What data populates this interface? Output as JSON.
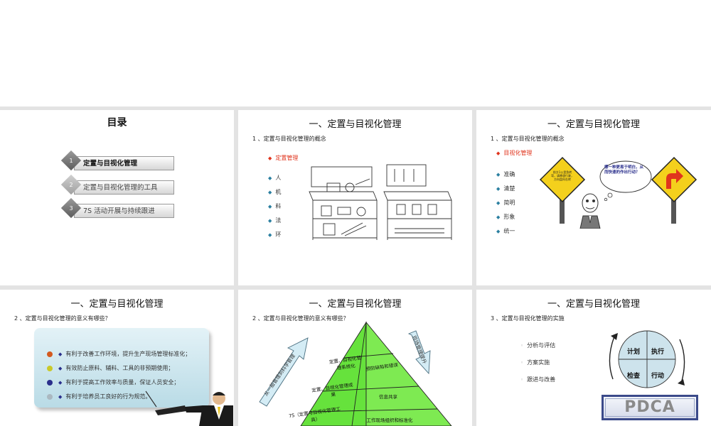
{
  "slides": {
    "toc": {
      "title": "目录",
      "items": [
        {
          "num": "1",
          "label": "定置与目视化管理"
        },
        {
          "num": "2",
          "label": "定置与目视化管理的工具"
        },
        {
          "num": "3",
          "label": "7S 活动开展与持续跟进"
        }
      ]
    },
    "concept1": {
      "title": "一、定置与目视化管理",
      "subtitle": "1 、定置与目视化管理的概念",
      "heading": "定置管理",
      "items": [
        "人",
        "机",
        "料",
        "法",
        "环"
      ]
    },
    "concept2": {
      "title": "一、定置与目视化管理",
      "subtitle": "1 、定置与目视化管理的概念",
      "heading": "目视化管理",
      "items": [
        "准确",
        "清楚",
        "简明",
        "形象",
        "统一"
      ],
      "sign_text": "前方1公里急转弯，请降速行驶，方向盘向右转",
      "bubble_text": "哪一种更易于明白，从而快速的作出行动？"
    },
    "meaning1": {
      "title": "一、定置与目视化管理",
      "subtitle": "2 、定置与目视化管理的意义有哪些？",
      "items": [
        "有利于改善工作环境，提升生产现场管理标准化；",
        "有效防止原料、辅料、工具的非预期使用；",
        "有利于提高工作效率与质量，保证人员安全；",
        "有利于培养员工良好的行为规范。"
      ],
      "dot_colors": [
        "#d35a1f",
        "#c9c92a",
        "#2a2f8c",
        "#aab8c0"
      ]
    },
    "meaning2": {
      "title": "一、定置与目视化管理",
      "subtitle": "2 、定置与目视化管理的意义有哪些？",
      "left_arrow": "从一般管理到科学管理",
      "right_arrow": "现场管理提升",
      "pyramid_left": [
        "定置、目视化管理系统化",
        "定置、目视化管理成果",
        "7S（定置与目视化管理工具）"
      ],
      "pyramid_right": [
        "预防缺陷和错误",
        "信息共享",
        "工作现场组织和标准化"
      ]
    },
    "implement": {
      "title": "一、定置与目视化管理",
      "subtitle": "3 、定置与目视化管理的实施",
      "items": [
        "分析与评估",
        "方案实施",
        "跟进与改善"
      ],
      "pdca_cells": [
        "计划",
        "执行",
        "检查",
        "行动"
      ],
      "pdca_label": "PDCA"
    }
  },
  "colors": {
    "background": "#e3e3e3",
    "accent_red": "#e0341d",
    "bullet_blue": "#2a7fa0",
    "pyramid_green": "#66e23c",
    "arrow_fill": "#d4ecf5",
    "pdca_circle": "#cde3ec"
  }
}
